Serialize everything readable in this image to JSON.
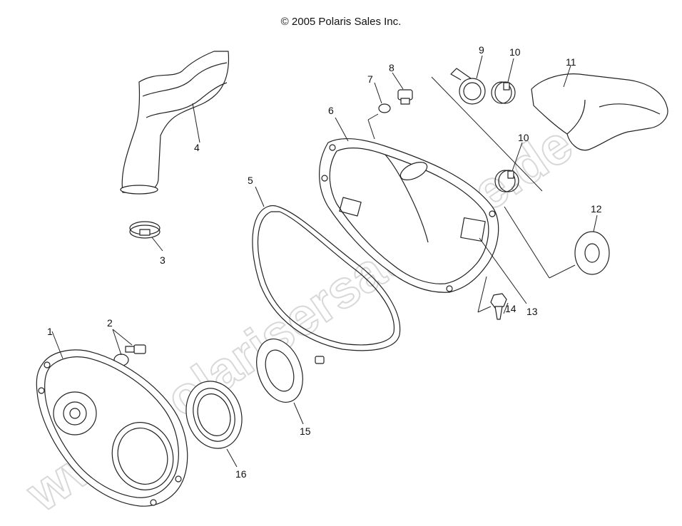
{
  "header": {
    "copyright": "© 2005 Polaris Sales Inc."
  },
  "watermark": {
    "text": "www.polarisersatzteile.de",
    "color": "#d8d8d8"
  },
  "callouts": {
    "c1": "1",
    "c2": "2",
    "c3": "3",
    "c4": "4",
    "c5": "5",
    "c6": "6",
    "c7": "7",
    "c8": "8",
    "c9": "9",
    "c10a": "10",
    "c10b": "10",
    "c11": "11",
    "c12": "12",
    "c13": "13",
    "c14": "14",
    "c15": "15",
    "c16": "16"
  }
}
